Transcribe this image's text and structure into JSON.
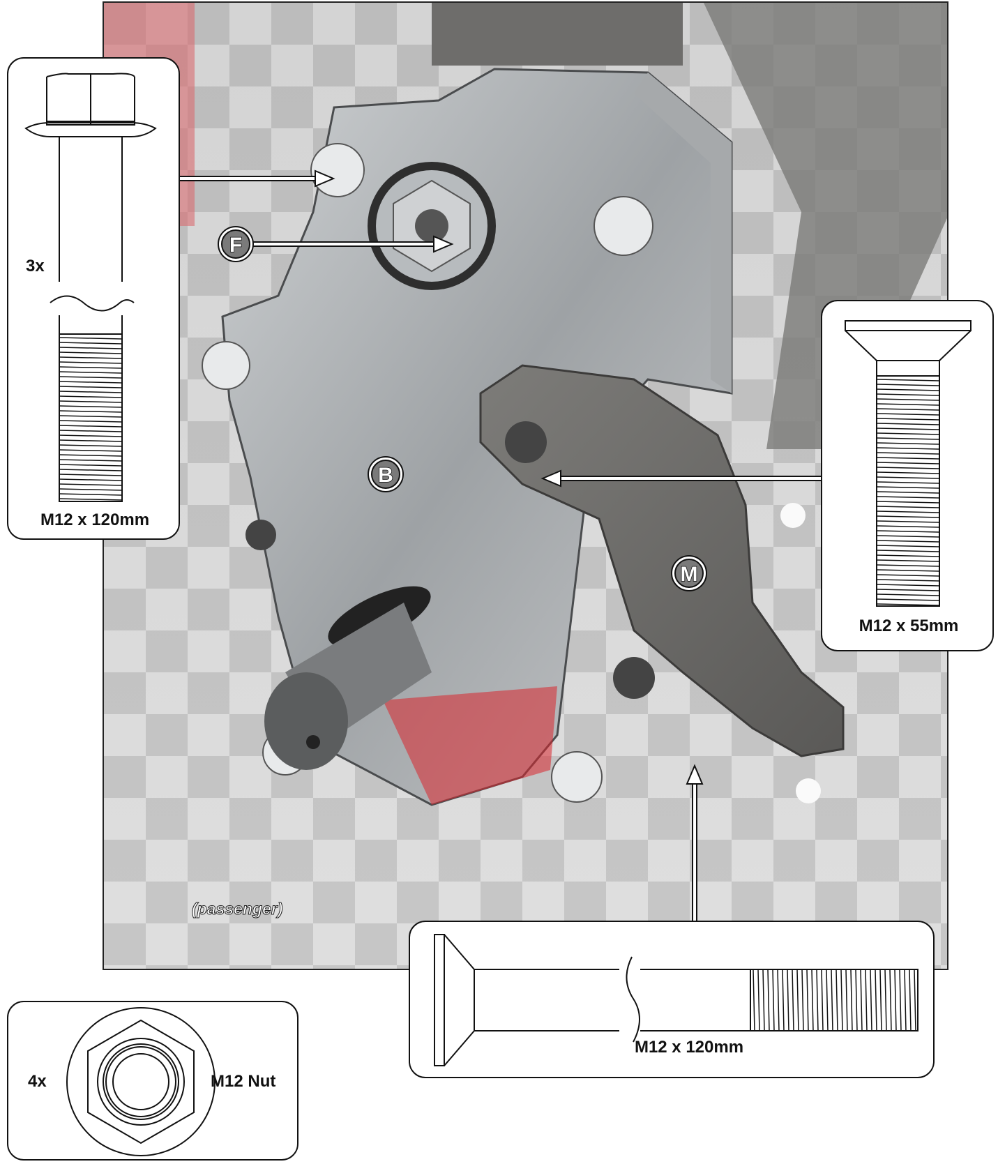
{
  "callouts": {
    "top_left_bolt": {
      "qty": "3x",
      "spec": "M12 x 120mm"
    },
    "right_bolt": {
      "spec": "M12 x 55mm"
    },
    "bottom_bolt": {
      "spec": "M12 x 120mm"
    },
    "nut": {
      "qty": "4x",
      "spec": "M12 Nut"
    }
  },
  "markers": {
    "f": "F",
    "b": "B",
    "m": "M"
  },
  "caption": "(passenger)",
  "colors": {
    "line": "#111111",
    "highlight": "#d9262d",
    "photo_bg": "#8a8a88"
  }
}
